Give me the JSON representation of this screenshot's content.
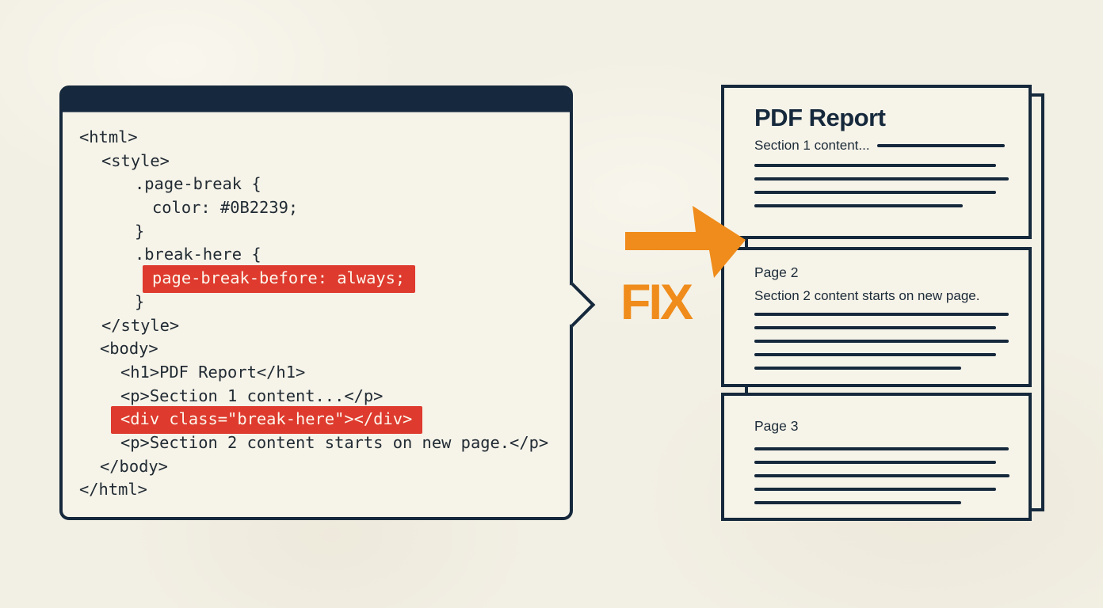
{
  "colors": {
    "background": "#F2EFE4",
    "panel": "#F6F3E9",
    "navy": "#16293C",
    "titlebar_navy": "#16283E",
    "highlight_red": "#DE3A2E",
    "accent_orange": "#EF8C1B",
    "code_text": "#212B33"
  },
  "code_window": {
    "lines": [
      {
        "text": "<html>",
        "indent": 0,
        "highlight": false
      },
      {
        "text": "<style>",
        "indent": 28,
        "highlight": false
      },
      {
        "text": ".page-break {",
        "indent": 70,
        "highlight": false
      },
      {
        "text": "color: #0B2239;",
        "indent": 92,
        "highlight": false
      },
      {
        "text": "}",
        "indent": 70,
        "highlight": false
      },
      {
        "text": ".break-here {",
        "indent": 70,
        "highlight": false
      },
      {
        "text": "page-break-before: always;",
        "indent": 92,
        "highlight": true
      },
      {
        "text": "}",
        "indent": 70,
        "highlight": false
      },
      {
        "text": "</style>",
        "indent": 28,
        "highlight": false
      },
      {
        "text": "<body>",
        "indent": 26,
        "highlight": false
      },
      {
        "text": "<h1>PDF Report</h1>",
        "indent": 52,
        "highlight": false
      },
      {
        "text": "<p>Section 1 content...</p>",
        "indent": 52,
        "highlight": false
      },
      {
        "text": "<div class=\"break-here\"></div>",
        "indent": 52,
        "highlight": true
      },
      {
        "text": "<p>Section 2 content starts on new page.</p>",
        "indent": 52,
        "highlight": false
      },
      {
        "text": "</body>",
        "indent": 26,
        "highlight": false
      },
      {
        "text": "</html>",
        "indent": 0,
        "highlight": false
      }
    ]
  },
  "transform": {
    "label": "FIX",
    "arrow_icon": "right-arrow"
  },
  "report": {
    "pages": [
      {
        "title": "PDF Report",
        "lead": "Section 1 content...",
        "lead_line_w": 176,
        "bars": [
          305,
          321,
          305,
          263
        ]
      },
      {
        "label": "Page 2",
        "lead": "Section 2 content starts on new page.",
        "bars": [
          321,
          305,
          321,
          305,
          261
        ]
      },
      {
        "label": "Page 3",
        "bars": [
          321,
          305,
          322,
          305,
          261
        ]
      }
    ]
  }
}
